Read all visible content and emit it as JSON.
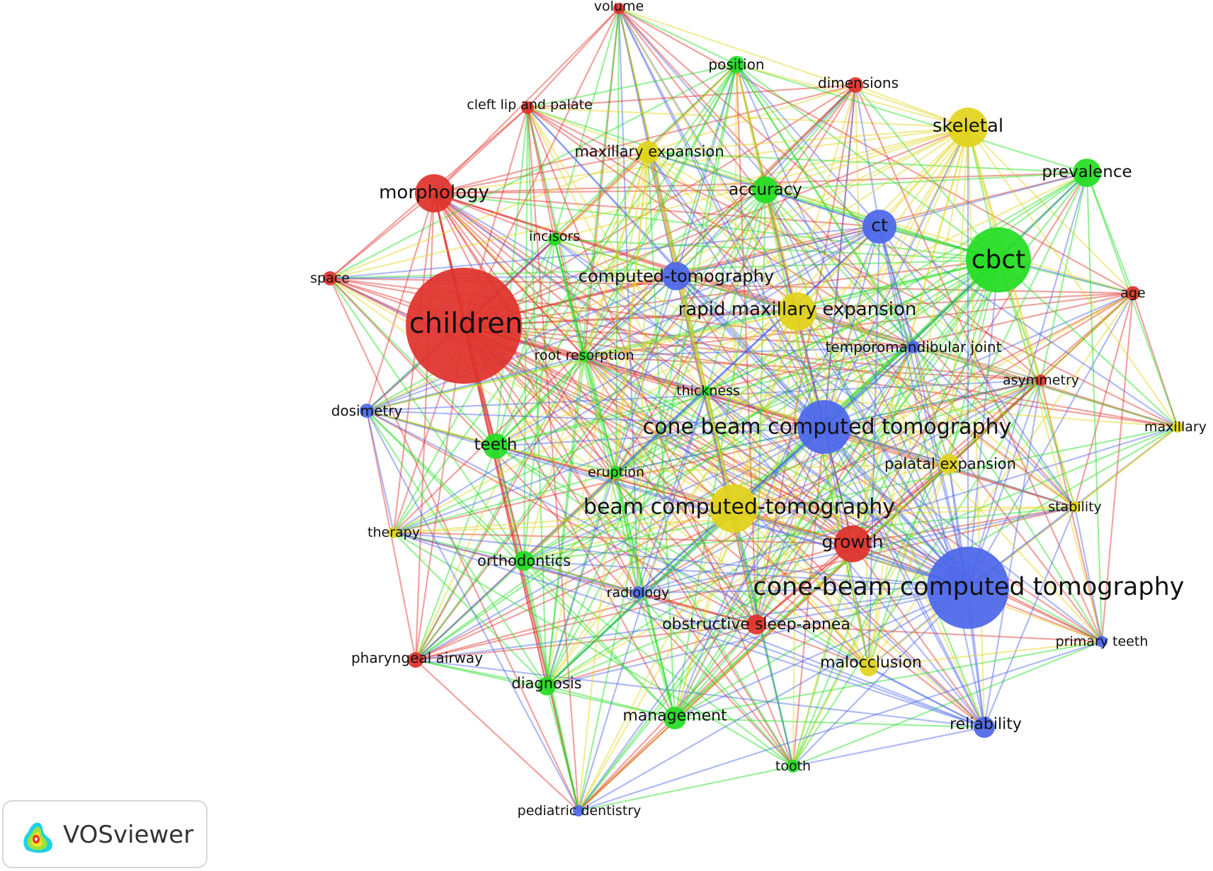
{
  "clusters": {
    "red": "#e0312a",
    "green": "#22dd22",
    "blue": "#4b66ea",
    "yellow": "#e2d21a"
  },
  "nodes": [
    {
      "id": "children",
      "label": "children",
      "cluster": "red"
    },
    {
      "id": "morphology",
      "label": "morphology",
      "cluster": "red"
    },
    {
      "id": "space",
      "label": "space",
      "cluster": "red"
    },
    {
      "id": "volume",
      "label": "volume",
      "cluster": "red"
    },
    {
      "id": "cleft",
      "label": "cleft lip and palate",
      "cluster": "red"
    },
    {
      "id": "dimensions",
      "label": "dimensions",
      "cluster": "red"
    },
    {
      "id": "age",
      "label": "age",
      "cluster": "red"
    },
    {
      "id": "asymmetry",
      "label": "asymmetry",
      "cluster": "red"
    },
    {
      "id": "growth",
      "label": "growth",
      "cluster": "red"
    },
    {
      "id": "osa",
      "label": "obstructive sleep-apnea",
      "cluster": "red"
    },
    {
      "id": "pharyngeal",
      "label": "pharyngeal airway",
      "cluster": "red"
    },
    {
      "id": "cbct",
      "label": "cbct",
      "cluster": "green"
    },
    {
      "id": "prevalence",
      "label": "prevalence",
      "cluster": "green"
    },
    {
      "id": "position",
      "label": "position",
      "cluster": "green"
    },
    {
      "id": "accuracy",
      "label": "accuracy",
      "cluster": "green"
    },
    {
      "id": "incisors",
      "label": "incisors",
      "cluster": "green"
    },
    {
      "id": "teeth",
      "label": "teeth",
      "cluster": "green"
    },
    {
      "id": "rootres",
      "label": "root resorption",
      "cluster": "green"
    },
    {
      "id": "eruption",
      "label": "eruption",
      "cluster": "green"
    },
    {
      "id": "orthodontics",
      "label": "orthodontics",
      "cluster": "green"
    },
    {
      "id": "diagnosis",
      "label": "diagnosis",
      "cluster": "green"
    },
    {
      "id": "management",
      "label": "management",
      "cluster": "green"
    },
    {
      "id": "tooth",
      "label": "tooth",
      "cluster": "green"
    },
    {
      "id": "thickness",
      "label": "thickness",
      "cluster": "green"
    },
    {
      "id": "cbct_long",
      "label": "cone-beam computed tomography",
      "cluster": "blue"
    },
    {
      "id": "cbct_space",
      "label": "cone beam computed tomography",
      "cluster": "blue"
    },
    {
      "id": "ct",
      "label": "ct",
      "cluster": "blue"
    },
    {
      "id": "comptomo",
      "label": "computed-tomography",
      "cluster": "blue"
    },
    {
      "id": "tmj",
      "label": "temporomandibular joint",
      "cluster": "blue"
    },
    {
      "id": "dosimetry",
      "label": "dosimetry",
      "cluster": "blue"
    },
    {
      "id": "radiology",
      "label": "radiology",
      "cluster": "blue"
    },
    {
      "id": "reliability",
      "label": "reliability",
      "cluster": "blue"
    },
    {
      "id": "primary",
      "label": "primary teeth",
      "cluster": "blue"
    },
    {
      "id": "pediatric",
      "label": "pediatric dentistry",
      "cluster": "blue"
    },
    {
      "id": "skeletal",
      "label": "skeletal",
      "cluster": "yellow"
    },
    {
      "id": "maxexp",
      "label": "maxillary expansion",
      "cluster": "yellow"
    },
    {
      "id": "rme",
      "label": "rapid maxillary expansion",
      "cluster": "yellow"
    },
    {
      "id": "beamct",
      "label": "beam computed-tomography",
      "cluster": "yellow"
    },
    {
      "id": "palatal",
      "label": "palatal expansion",
      "cluster": "yellow"
    },
    {
      "id": "maxillary",
      "label": "maxillary",
      "cluster": "yellow"
    },
    {
      "id": "stability",
      "label": "stability",
      "cluster": "yellow"
    },
    {
      "id": "therapy",
      "label": "therapy",
      "cluster": "yellow"
    },
    {
      "id": "malocclusion",
      "label": "malocclusion",
      "cluster": "yellow"
    }
  ],
  "logo": {
    "text": "VOSviewer",
    "icon": "vosviewer-density-icon"
  }
}
